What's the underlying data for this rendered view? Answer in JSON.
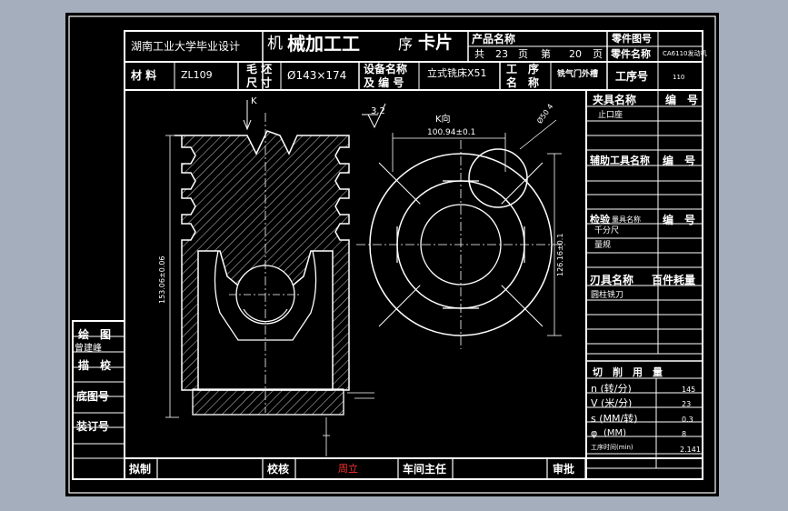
{
  "colors": {
    "background": "#a4aebd",
    "canvas": "#000000",
    "line": "#ffffff",
    "accent_red": "#ff3030"
  },
  "header": {
    "school": "湖南工业大学毕业设计",
    "card_title_1": "机",
    "card_title_2": "械加工工",
    "card_title_3": "序",
    "card_title_4": "卡片",
    "product_name_label": "产品名称",
    "part_drawing_label": "零件图号",
    "total_label": "共",
    "total_value": "23",
    "page_label": "页",
    "sheet_label": "第",
    "sheet_value": "20",
    "page_label_2": "页",
    "part_name_label": "零件名称",
    "part_name_value": "CA6110发动机",
    "material_label": "材 料",
    "material_value": "ZL109",
    "blank_label_1": "毛 坯",
    "blank_label_2": "尺 寸",
    "blank_value": "Ø143×174",
    "equipment_label_1": "设备名称",
    "equipment_label_2": "及 编 号",
    "equipment_value": "立式铣床X51",
    "process_label_1": "工　序",
    "process_label_2": "名　称",
    "process_value": "铣气门外槽",
    "op_no_label": "工序号",
    "op_no_value": "110"
  },
  "right_panel": {
    "fixture_name_label": "夹具名称",
    "fixture_no_label": "编　号",
    "fixture_value": "止口座",
    "aux_tool_label": "辅助工具名称",
    "aux_no_label": "编　号",
    "gauge_label_1": "检验",
    "gauge_label_2": "量具名称",
    "gauge_no_label": "编　号",
    "gauge_item_1": "千分尺",
    "gauge_item_2": "量规",
    "tool_name_label": "刃具名称",
    "tool_consumption_label": "百件耗量",
    "tool_value": "圆柱铣刀",
    "cutting_label": "切　削　用　量",
    "n_label": "n (转/分)",
    "n_value": "145",
    "v_label": "V (米/分)",
    "v_value": "23",
    "s_label": "s (MM/转)",
    "s_value": "0.3",
    "t_label": "(MM)",
    "t_value": "8",
    "time_label": "工序时间(min)",
    "time_value": "2.141"
  },
  "left_panel": {
    "drawn_label": "绘　图",
    "drawn_value": "曾建峰",
    "traced_label": "描　校",
    "base_no_label": "底图号",
    "binding_no_label": "装订号"
  },
  "footer": {
    "prepared_label": "拟制",
    "checked_label": "校核",
    "checked_value": "周立",
    "workshop_label": "车间主任",
    "approved_label": "审批"
  },
  "drawing": {
    "view_label": "K",
    "k_view_label": "K向",
    "roughness": "3.2",
    "dim_horizontal": "100.94±0.1",
    "dim_circle": "Ø50 4",
    "dim_vertical_right": "126.16±0.1",
    "dim_vertical_left": "153.06±0.06"
  }
}
